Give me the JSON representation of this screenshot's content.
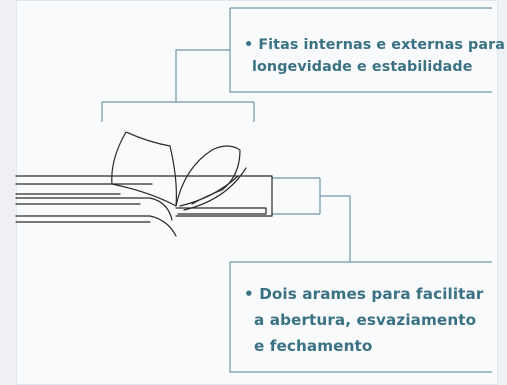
{
  "callouts": {
    "top": {
      "line1": "• Fitas internas e externas para",
      "line2": "longevidade e estabilidade"
    },
    "bottom": {
      "line1": "• Dois arames para facilitar",
      "line2": "a abertura, esvaziamento",
      "line3": "e fechamento"
    }
  },
  "colors": {
    "text": "#3b7283",
    "leader_line": "#6f97a8",
    "drawing_line": "#2a2a2a",
    "background": "#f8fafc"
  }
}
